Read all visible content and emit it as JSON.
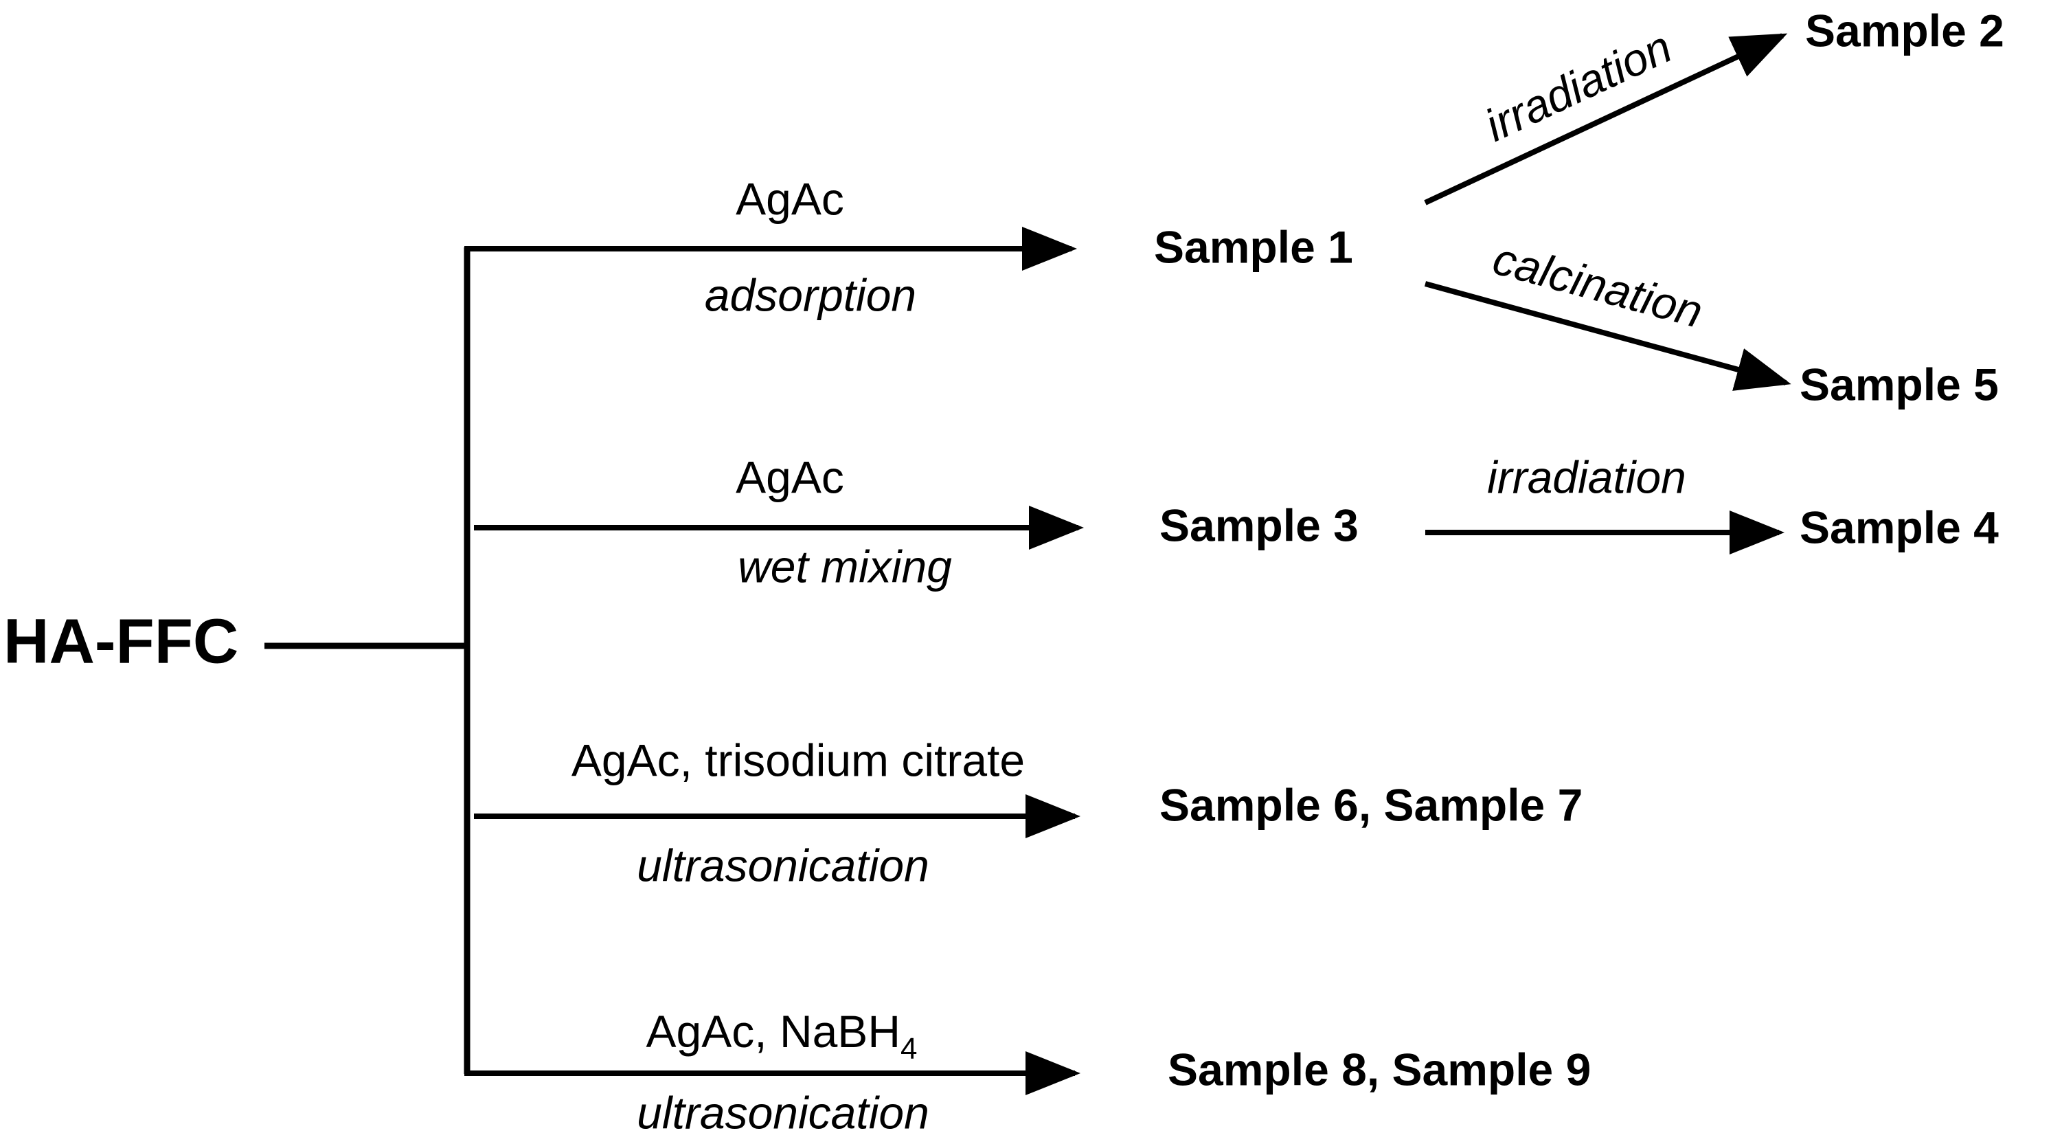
{
  "diagram": {
    "root": "HA-FFC",
    "branches": [
      {
        "reagent": "AgAc",
        "process": "adsorption",
        "product": "Sample 1"
      },
      {
        "reagent": "AgAc",
        "process": "wet mixing",
        "product": "Sample 3"
      },
      {
        "reagent": "AgAc, trisodium citrate",
        "process": "ultrasonication",
        "product": "Sample 6, Sample 7"
      },
      {
        "reagent_main": "AgAc, NaBH",
        "reagent_subscript": "4",
        "process": "ultrasonication",
        "product": "Sample 8, Sample 9"
      }
    ],
    "secondary": [
      {
        "from": "Sample 1",
        "process": "irradiation",
        "product": "Sample 2"
      },
      {
        "from": "Sample 1",
        "process": "calcination",
        "product": "Sample 5"
      },
      {
        "from": "Sample 3",
        "process": "irradiation",
        "product": "Sample 4"
      }
    ]
  }
}
